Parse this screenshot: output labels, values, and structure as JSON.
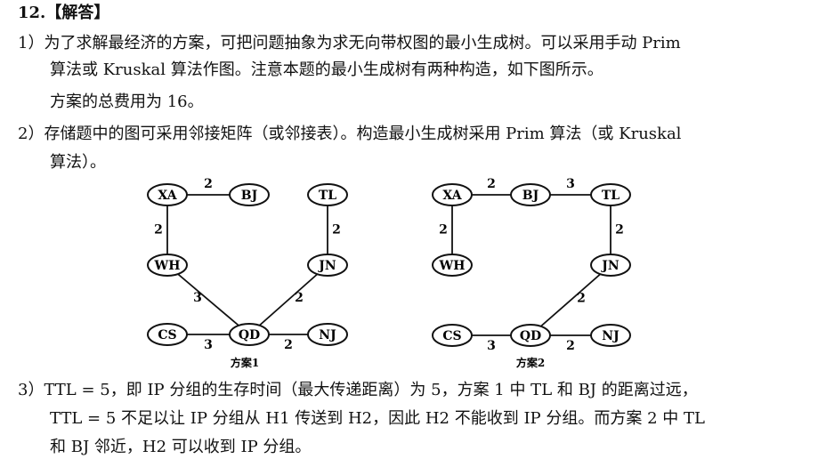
{
  "heading": "12.【解答】",
  "para1": {
    "line1": "1）为了求解最经济的方案，可把问题抽象为求无向带权图的最小生成树。可以采用手动 Prim",
    "line2": "算法或 Kruskal 算法作图。注意本题的最小生成树有两种构造，如下图所示。",
    "line3": "方案的总费用为 16。"
  },
  "para2": {
    "line1": "2）存储题中的图可采用邻接矩阵（或邻接表）。构造最小生成树采用 Prim 算法（或 Kruskal",
    "line2": "算法）。"
  },
  "para3": {
    "line1": "3）TTL = 5，即 IP 分组的生存时间（最大传递距离）为 5，方案 1 中 TL 和 BJ 的距离过远，",
    "line2": "TTL = 5 不足以让 IP 分组从 H1 传送到 H2，因此 H2 不能收到 IP 分组。而方案 2 中 TL",
    "line3": "和 BJ 邻近，H2 可以收到 IP 分组。"
  },
  "diagrams": [
    {
      "caption": "方案1",
      "nodes": [
        "XA",
        "BJ",
        "TL",
        "WH",
        "JN",
        "CS",
        "QD",
        "NJ"
      ],
      "edges": [
        {
          "from": "XA",
          "to": "BJ",
          "weight": "2"
        },
        {
          "from": "XA",
          "to": "WH",
          "weight": "2"
        },
        {
          "from": "TL",
          "to": "JN",
          "weight": "2"
        },
        {
          "from": "WH",
          "to": "QD",
          "weight": "3"
        },
        {
          "from": "JN",
          "to": "QD",
          "weight": "2"
        },
        {
          "from": "CS",
          "to": "QD",
          "weight": "3"
        },
        {
          "from": "QD",
          "to": "NJ",
          "weight": "2"
        }
      ]
    },
    {
      "caption": "方案2",
      "nodes": [
        "XA",
        "BJ",
        "TL",
        "WH",
        "JN",
        "CS",
        "QD",
        "NJ"
      ],
      "edges": [
        {
          "from": "XA",
          "to": "BJ",
          "weight": "2"
        },
        {
          "from": "BJ",
          "to": "TL",
          "weight": "3"
        },
        {
          "from": "XA",
          "to": "WH",
          "weight": "2"
        },
        {
          "from": "TL",
          "to": "JN",
          "weight": "2"
        },
        {
          "from": "JN",
          "to": "QD",
          "weight": "2"
        },
        {
          "from": "CS",
          "to": "QD",
          "weight": "3"
        },
        {
          "from": "QD",
          "to": "NJ",
          "weight": "2"
        }
      ]
    }
  ]
}
